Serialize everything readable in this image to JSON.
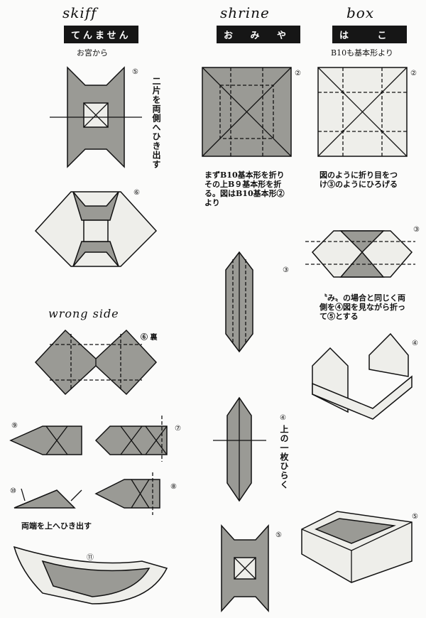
{
  "columns": [
    {
      "title_en": "skiff",
      "title_ja": "てんません",
      "subtitle": "お宮から"
    },
    {
      "title_en": "shrine",
      "title_ja": "お み や",
      "subtitle": ""
    },
    {
      "title_en": "box",
      "title_ja": "は こ",
      "subtitle": "B10も基本形より"
    }
  ],
  "skiff": {
    "step5_note": "二片を両側へひき出す",
    "wrong_side_label": "wrong side",
    "step6b_label": "⑥ 裏",
    "step10_note": "両端を上へひき出す",
    "steps": [
      "⑤",
      "⑥",
      "⑦",
      "⑧",
      "⑨",
      "⑩",
      "⑪"
    ]
  },
  "shrine": {
    "step2_note": "まずB10基本形を折りその上B９基本形を折る。図はB10基本形②より",
    "step4_note": "上の一枚ひらく",
    "steps": [
      "②",
      "③",
      "④",
      "⑤"
    ]
  },
  "box": {
    "step2_note": "図のように折り目をつけ③のようにひろげる",
    "step3_note": "〝み〟の場合と同じく両側を④図を見ながら折って⑤とする",
    "steps": [
      "②",
      "③",
      "④",
      "⑤"
    ]
  }
}
